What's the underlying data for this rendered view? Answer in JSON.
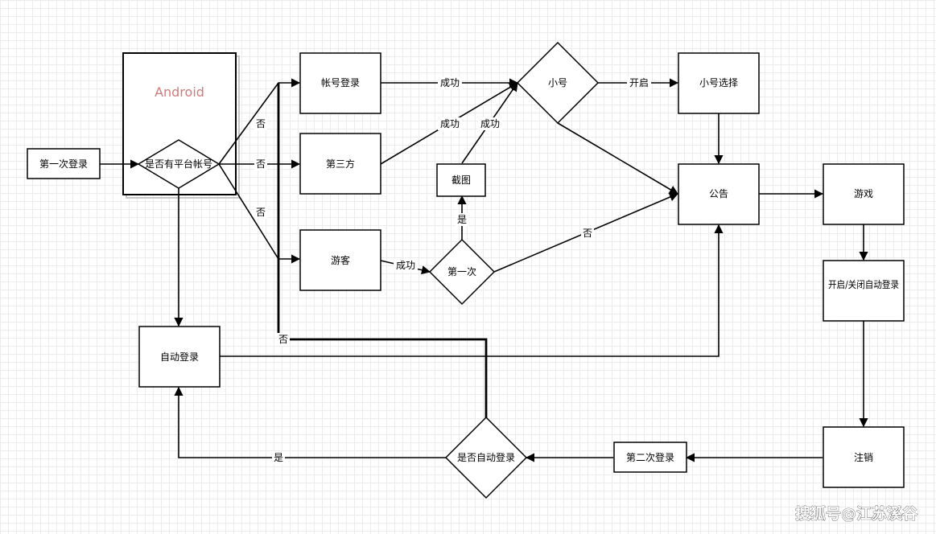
{
  "nodes": {
    "first_login": "第一次登录",
    "android_group": "Android",
    "has_account": "是否有平台帐号",
    "account_login": "帐号登录",
    "third_party": "第三方",
    "guest": "游客",
    "sub_account": "小号",
    "sub_account_select": "小号选择",
    "screenshot": "截图",
    "first_time": "第一次",
    "notice": "公告",
    "game": "游戏",
    "toggle_auto_login": "开启/关闭自动登录",
    "logout": "注销",
    "second_login": "第二次登录",
    "is_auto_login": "是否自动登录",
    "auto_login": "自动登录"
  },
  "edge_labels": {
    "no_to_account": "否",
    "no_to_third": "否",
    "no_to_guest": "否",
    "success_account": "成功",
    "success_third": "成功",
    "success_screenshot": "成功",
    "success_guest": "成功",
    "open": "开启",
    "yes_screenshot": "是",
    "no_first_time": "否",
    "no_auto": "否",
    "yes_auto": "是"
  },
  "colors": {
    "android_label": "#d47a7a",
    "grid": "#ececec",
    "stroke": "#000000"
  },
  "watermark": "搜狐号@江苏溪谷"
}
